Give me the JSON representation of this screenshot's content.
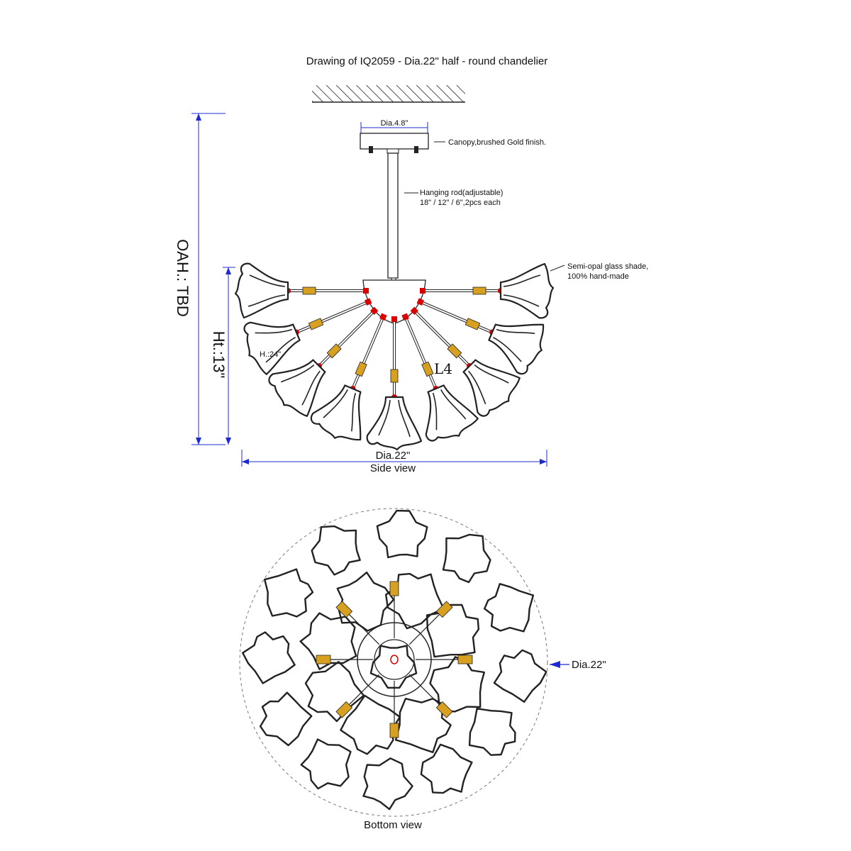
{
  "title": "Drawing of IQ2059 - Dia.22\" half - round chandelier",
  "side_view": {
    "label": "Side view",
    "canopy_dim": "Dia.4.8\"",
    "canopy_note": "Canopy,brushed Gold finish.",
    "rod_note_line1": "Hanging rod(adjustable)",
    "rod_note_line2": "18\" / 12\" / 6\",2pcs each",
    "shade_note_line1": "Semi-opal glass shade,",
    "shade_note_line2": "100% hand-made",
    "oah": "OAH.: TBD",
    "height": "Ht.:13\"",
    "diameter": "Dia.22\"",
    "small_label": "H.:24\"",
    "lamp_label": "L4"
  },
  "bottom_view": {
    "label": "Bottom view",
    "diameter": "Dia.22\""
  },
  "colors": {
    "dimension_blue": "#1f2bd0",
    "socket_red": "#d90000",
    "bulb_gold": "#d8a020",
    "line": "#222222"
  }
}
